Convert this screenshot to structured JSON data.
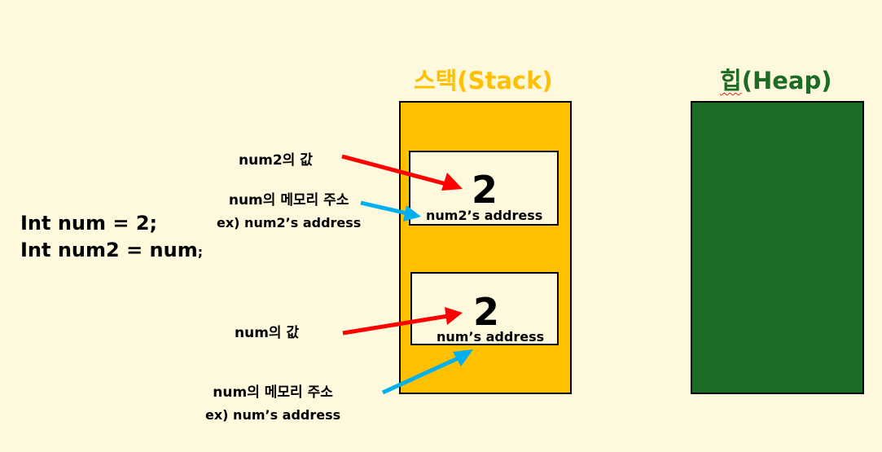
{
  "stack": {
    "title": "스택(Stack)",
    "cells": [
      {
        "value": "2",
        "address": "num2’s address"
      },
      {
        "value": "2",
        "address": "num’s address"
      }
    ]
  },
  "heap": {
    "title_prefix": "힙",
    "title_suffix": "(Heap)"
  },
  "code": {
    "line1": "Int num = 2;",
    "line2_text": "Int num2 = num",
    "line2_semicolon": ";"
  },
  "labels": {
    "num2_value": "num2의 값",
    "num2_address_line1": "num의 메모리 주소",
    "num2_address_line2": "ex) num2’s address",
    "num_value": "num의 값",
    "num_address_line1": "num의 메모리 주소",
    "num_address_line2": "ex) num’s address"
  },
  "colors": {
    "background": "#fef8dc",
    "stack": "#ffc000",
    "heap": "#1e6b25",
    "value_arrow": "#ff0000",
    "address_arrow": "#00b0f0"
  }
}
